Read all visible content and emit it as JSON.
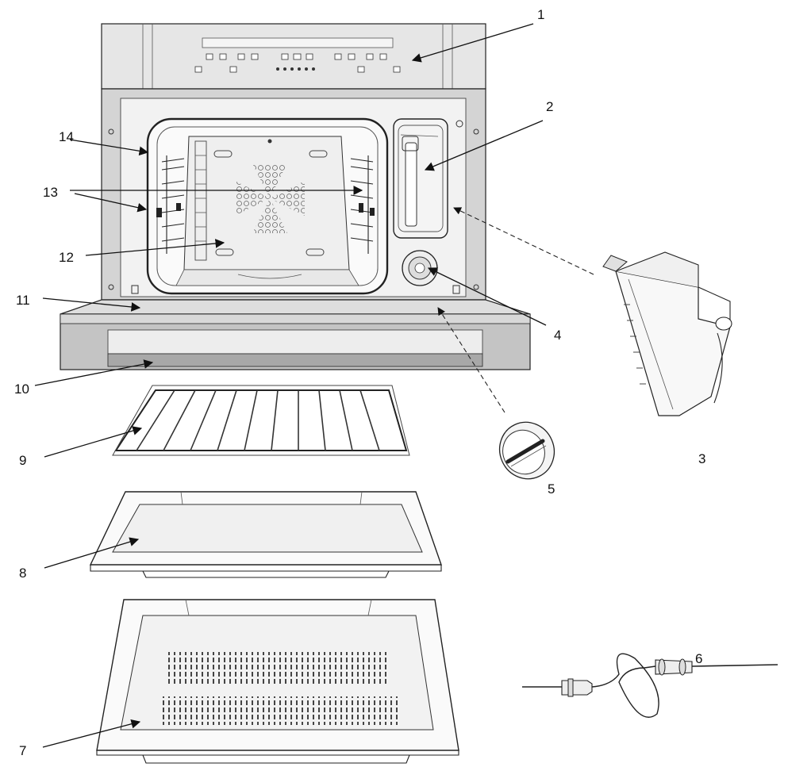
{
  "diagram": {
    "colors": {
      "stroke": "#222222",
      "panel_fill": "#e6e6e6",
      "frame_fill": "#d4d4d4",
      "door_bar_fill": "#b8b8b8",
      "cavity_fill": "#f2f2f2",
      "arrow": "#111111"
    },
    "callouts": [
      {
        "id": "1",
        "label": "1",
        "part": "control-panel"
      },
      {
        "id": "2",
        "label": "2",
        "part": "water-tank-housing"
      },
      {
        "id": "3",
        "label": "3",
        "part": "water-tank"
      },
      {
        "id": "4",
        "label": "4",
        "part": "drain-opening"
      },
      {
        "id": "5",
        "label": "5",
        "part": "drain-cap"
      },
      {
        "id": "6",
        "label": "6",
        "part": "meat-probe"
      },
      {
        "id": "7",
        "label": "7",
        "part": "perforated-steam-tray"
      },
      {
        "id": "8",
        "label": "8",
        "part": "solid-tray"
      },
      {
        "id": "9",
        "label": "9",
        "part": "wire-rack"
      },
      {
        "id": "10",
        "label": "10",
        "part": "door-handle"
      },
      {
        "id": "11",
        "label": "11",
        "part": "drip-tray"
      },
      {
        "id": "12",
        "label": "12",
        "part": "fan-cover"
      },
      {
        "id": "13",
        "label": "13",
        "part": "shelf-runners"
      },
      {
        "id": "14",
        "label": "14",
        "part": "door-seal"
      }
    ]
  }
}
